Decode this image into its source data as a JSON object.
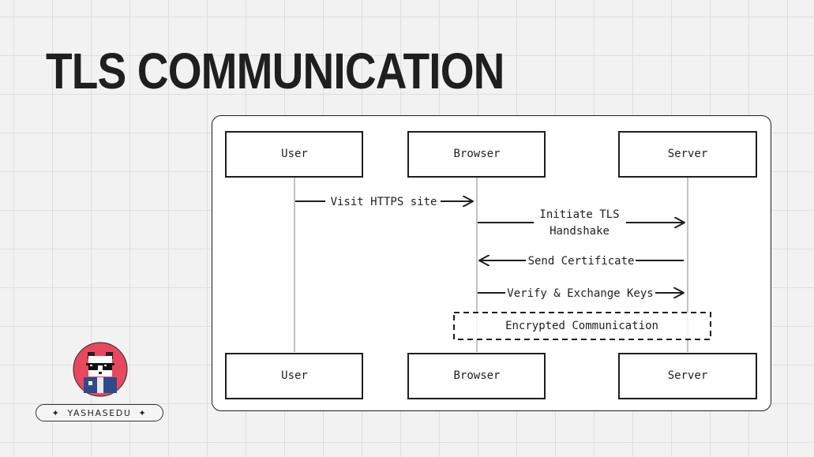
{
  "title": "TLS COMMUNICATION",
  "participants": {
    "top": [
      "User",
      "Browser",
      "Server"
    ],
    "bottom": [
      "User",
      "Browser",
      "Server"
    ]
  },
  "messages": [
    {
      "from": "User",
      "to": "Browser",
      "lines": [
        "Visit HTTPS site"
      ]
    },
    {
      "from": "Browser",
      "to": "Server",
      "lines": [
        "Initiate TLS",
        "Handshake"
      ]
    },
    {
      "from": "Server",
      "to": "Browser",
      "lines": [
        "Send Certificate"
      ]
    },
    {
      "from": "Browser",
      "to": "Server",
      "lines": [
        "Verify & Exchange Keys"
      ]
    }
  ],
  "note": "Encrypted Communication",
  "brand": {
    "name": "YASHASEDU",
    "sparkle": "✦",
    "avatar_bg": "#e8485e"
  },
  "colors": {
    "ink": "#1e1e1e",
    "lifeline": "#9a9a9a",
    "background": "#f2f2f2"
  }
}
